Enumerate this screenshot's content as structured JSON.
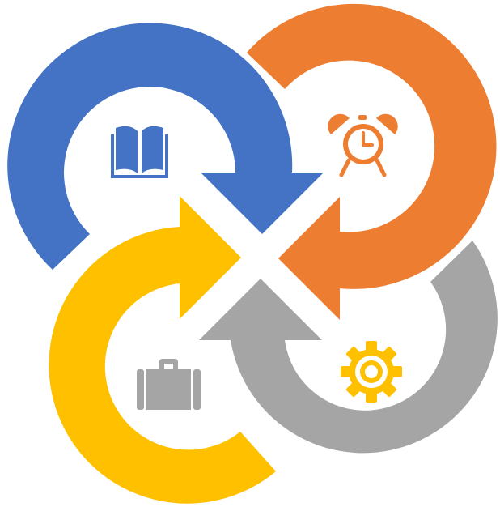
{
  "diagram": {
    "segments": [
      {
        "name": "blue-cycle-arrow",
        "color": "#4472C4",
        "icon": "book-icon",
        "icon_color": "#4472C4"
      },
      {
        "name": "orange-cycle-arrow",
        "color": "#ED7D31",
        "icon": "alarm-clock-icon",
        "icon_color": "#ED7D31"
      },
      {
        "name": "yellow-cycle-arrow",
        "color": "#FFC000",
        "icon": "briefcase-icon",
        "icon_color": "#A5A5A5"
      },
      {
        "name": "gray-cycle-arrow",
        "color": "#A5A5A5",
        "icon": "gear-icon",
        "icon_color": "#FFC000"
      }
    ],
    "background": "#FFFFFF"
  }
}
